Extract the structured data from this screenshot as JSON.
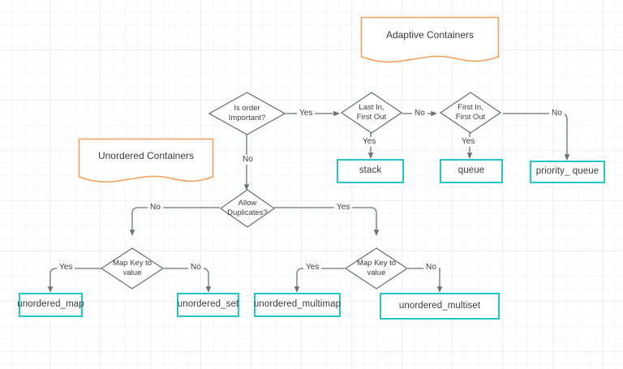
{
  "diagram": {
    "title_notes": [
      {
        "id": "adaptive-note",
        "label": "Adaptive Containers",
        "color": "#f2a15c"
      },
      {
        "id": "unordered-note",
        "label": "Unordered Containers",
        "color": "#f2a15c"
      }
    ],
    "decisions": [
      {
        "id": "is-order-important",
        "line1": "Is order",
        "line2": "Important?"
      },
      {
        "id": "last-in-first-out",
        "line1": "Last In,",
        "line2": "First Out"
      },
      {
        "id": "first-in-first-out",
        "line1": "First In,",
        "line2": "First Out"
      },
      {
        "id": "allow-duplicates",
        "line1": "Allow",
        "line2": "Duplicates?"
      },
      {
        "id": "map-key-to-value-left",
        "line1": "Map Key to",
        "line2": "value"
      },
      {
        "id": "map-key-to-value-right",
        "line1": "Map Key to",
        "line2": "value"
      }
    ],
    "terminals": [
      {
        "id": "stack",
        "label": "stack"
      },
      {
        "id": "queue",
        "label": "queue"
      },
      {
        "id": "priority-queue",
        "label": "priority_ queue"
      },
      {
        "id": "unordered-map",
        "label": "unordered_map"
      },
      {
        "id": "unordered-set",
        "label": "unordered_set"
      },
      {
        "id": "unordered-multimap",
        "label": "unordered_multimap"
      },
      {
        "id": "unordered-multiset",
        "label": "unordered_multiset"
      }
    ],
    "edge_labels": [
      {
        "id": "edge-is-order-yes",
        "label": "Yes"
      },
      {
        "id": "edge-is-order-no",
        "label": "No"
      },
      {
        "id": "edge-lifo-no",
        "label": "No"
      },
      {
        "id": "edge-lifo-yes",
        "label": "Yes"
      },
      {
        "id": "edge-fifo-no",
        "label": "No"
      },
      {
        "id": "edge-fifo-yes",
        "label": "Yes"
      },
      {
        "id": "edge-dup-no",
        "label": "No"
      },
      {
        "id": "edge-dup-yes",
        "label": "Yes"
      },
      {
        "id": "edge-mapleft-yes",
        "label": "Yes"
      },
      {
        "id": "edge-mapleft-no",
        "label": "No"
      },
      {
        "id": "edge-mapright-yes",
        "label": "Yes"
      },
      {
        "id": "edge-mapright-no",
        "label": "No"
      }
    ],
    "colors": {
      "terminal_border": "#25c6c6",
      "note_border": "#f2a15c",
      "connector": "#6d7278",
      "diamond_border": "#5e6268",
      "text": "#3b3b3b",
      "grid_minor": "#f6f7f8",
      "grid_major": "#eceef0"
    }
  }
}
